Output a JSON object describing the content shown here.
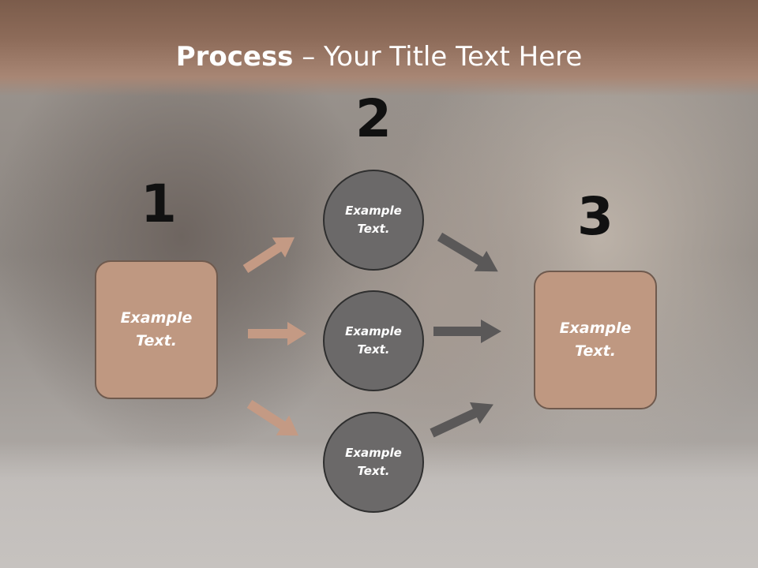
{
  "slide": {
    "title_bold": "Process",
    "title_rest": " – Your Title Text Here"
  },
  "steps": {
    "one": "1",
    "two": "2",
    "three": "3"
  },
  "boxes": {
    "left": "Example\nText.",
    "right": "Example\nText."
  },
  "circles": [
    {
      "label": "Example\nText."
    },
    {
      "label": "Example\nText."
    },
    {
      "label": "Example\nText."
    }
  ],
  "colors": {
    "header": "#8d6b59",
    "box_fill": "#bf9881",
    "circle_fill": "#6b6969",
    "arrow_left": "#c49a84",
    "arrow_right": "#5a5858"
  }
}
